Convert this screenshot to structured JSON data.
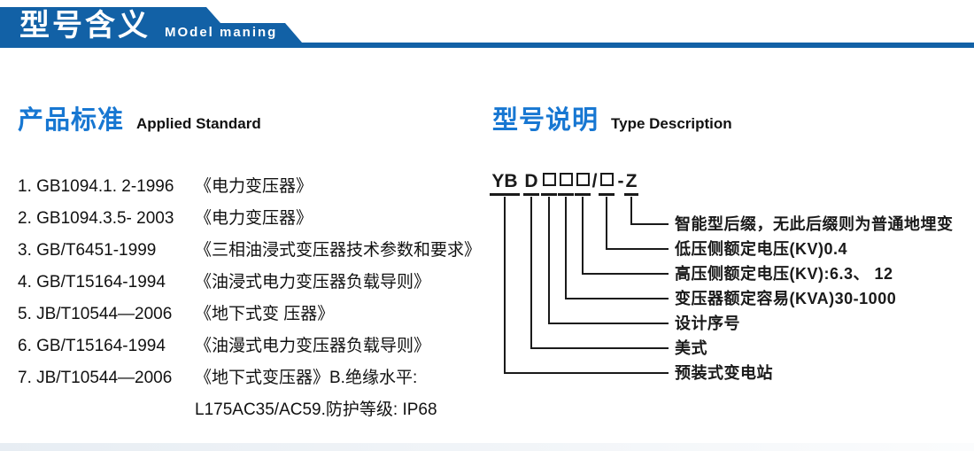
{
  "header": {
    "title": "型号含义",
    "subtitle": "MOdel maning"
  },
  "sections": {
    "standards": {
      "title_zh": "产品标准",
      "title_en": "Applied Standard"
    },
    "type": {
      "title_zh": "型号说明",
      "title_en": "Type Description"
    }
  },
  "standards_list": [
    {
      "code": "1. GB1094.1. 2-1996",
      "title": "《电力变压器》"
    },
    {
      "code": "2. GB1094.3.5- 2003",
      "title": "《电力变压器》"
    },
    {
      "code": "3. GB/T6451-1999",
      "title": "《三相油浸式变压器技术参数和要求》"
    },
    {
      "code": "4. GB/T15164-1994",
      "title": "《油浸式电力变压器负载导则》"
    },
    {
      "code": "5. JB/T10544—2006",
      "title": "《地下式变 压器》"
    },
    {
      "code": "6. GB/T15164-1994",
      "title": "《油漫式电力变压器负载导则》"
    },
    {
      "code": "7. JB/T10544—2006",
      "title": "《地下式变压器》B.绝缘水平:"
    },
    {
      "code": "",
      "title": "L175AC35/AC59.防护等级: IP68"
    }
  ],
  "model_code": {
    "prefix": "YB",
    "series": "D",
    "box": "□",
    "slash": "/",
    "dash": "-",
    "suffix": "Z"
  },
  "diagram_labels": [
    "智能型后缀，无此后缀则为普通地埋变",
    "低压侧额定电压(KV)0.4",
    "高压侧额定电压(KV):6.3、 12",
    "变压器额定容易(KVA)30-1000",
    "设计序号",
    "美式",
    "预装式变电站"
  ],
  "colors": {
    "banner": "#1261a6",
    "accent": "#1777d2",
    "text": "#1a1a1a"
  }
}
